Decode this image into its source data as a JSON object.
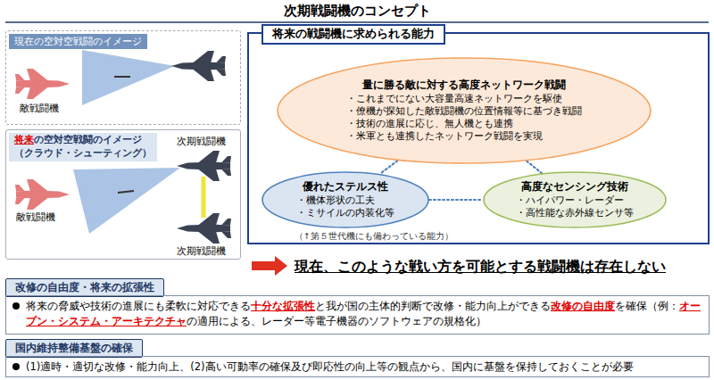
{
  "diagram": {
    "title": "次期戦闘機のコンセプト",
    "nodes": [
      {
        "text": [
          "現在の空対空戦闘のイメージ"
        ]
      },
      {
        "text": [
          "将来",
          "の空対空戦闘のイメージ",
          "（クラウド・シューティング）"
        ]
      },
      {
        "text": [
          "将来の戦闘機に求められる能力"
        ]
      },
      {
        "text": [
          "量に勝る敵に対する高度ネットワーク戦闘",
          "・これまでにない大容量高速ネットワークを駆使",
          "・僚機が探知した敵戦闘機の位置情報等に基づき戦闘",
          "・技術の進展に応じ、無人機とも連携",
          "・米軍とも連携したネットワーク戦闘を実現"
        ],
        "in": 2
      },
      {
        "text": [
          "優れたステルス性",
          "・機体形状の工夫",
          "・ミサイルの内装化等"
        ],
        "in": 2
      },
      {
        "text": [
          "高度なセンシング技術",
          "・ハイパワー・レーダー",
          "・高性能な赤外線センサ等"
        ],
        "in": 2
      },
      {
        "text": [
          "改修の自由度・将来の拡張性"
        ]
      },
      {
        "text": [
          "将来の脅威や技術の進展にも柔軟に対応できる",
          "十分な拡張性",
          "と我が国の主体的判断で改修・能力向上ができる",
          "改修の自由度",
          "を確保（例：",
          "オープン・システム・アーキテクチャ",
          "の適用による、レーダー等電子機器のソフトウェアの規格化）"
        ]
      },
      {
        "text": [
          "国内維持整備基盤の確保"
        ]
      },
      {
        "text": [
          "(1)適時・適切な改修・能力向上、(2)高い可動率の確保及び即応性の向上等の観点から、国内に基盤を保持しておくことが必要"
        ]
      }
    ],
    "edges": [
      {
        "from": 3,
        "to": 4,
        "arrow": "none"
      },
      {
        "from": 3,
        "to": 5,
        "arrow": "none"
      },
      {
        "from": 4,
        "to": 5,
        "arrow": "none"
      }
    ],
    "labels": [
      "敵戦闘機",
      "次期戦闘機",
      "敵戦闘機",
      "次期戦闘機",
      "（↑第５世代機にも備わっている能力）",
      "現在、このような戦い方を可能とする戦闘機は存在しない"
    ]
  }
}
